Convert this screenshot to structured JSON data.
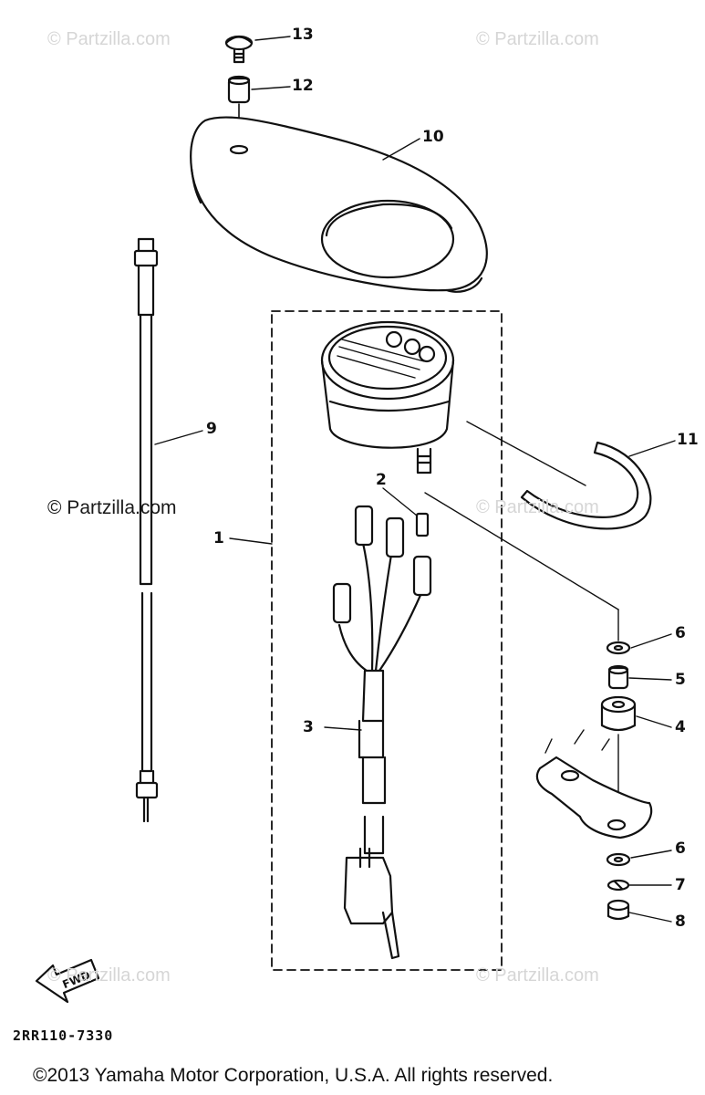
{
  "watermarks": {
    "top_left": "© Partzilla.com",
    "top_right": "© Partzilla.com",
    "middle_left": "© Partzilla.com",
    "middle_right": "© Partzilla.com",
    "bottom_left": "© Partzilla.com",
    "bottom_right": "© Partzilla.com"
  },
  "callouts": {
    "p1": "1",
    "p2": "2",
    "p3": "3",
    "p4": "4",
    "p5": "5",
    "p6a": "6",
    "p6b": "6",
    "p7": "7",
    "p8": "8",
    "p9": "9",
    "p10": "10",
    "p11": "11",
    "p12": "12",
    "p13": "13"
  },
  "fwd_label": "FWD",
  "diagram_code": "2RR110-7330",
  "copyright": "©2013  Yamaha Motor Corporation, U.S.A. All rights reserved."
}
